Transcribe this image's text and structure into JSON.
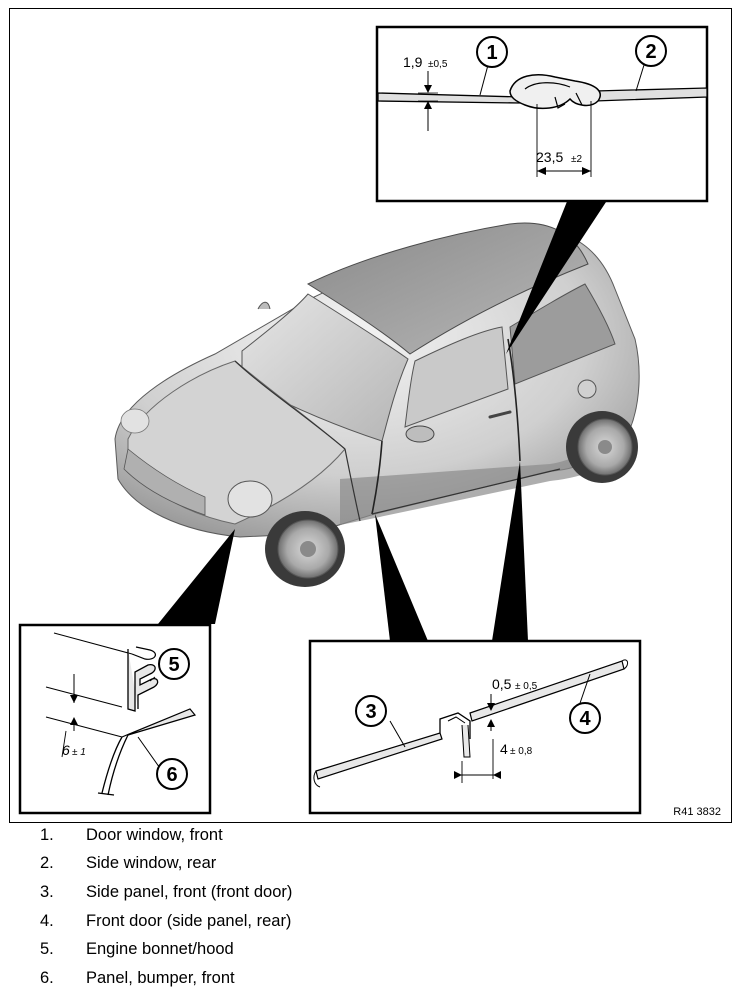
{
  "figure": {
    "ref_code": "R41 3832",
    "callouts": [
      "1",
      "2",
      "3",
      "4",
      "5",
      "6"
    ],
    "dimensions": {
      "d1_main": "1,9",
      "d1_tol": "±0,5",
      "d2_main": "23,5",
      "d2_tol": "±2",
      "d3_main": "0,5",
      "d3_tol": "± 0,5",
      "d4_main": "4",
      "d4_tol": "± 0,8",
      "d5_main": "6",
      "d5_tol": "± 1"
    }
  },
  "legend": [
    {
      "num": "1.",
      "text": "Door window, front"
    },
    {
      "num": "2.",
      "text": "Side window, rear"
    },
    {
      "num": "3.",
      "text": "Side panel, front (front door)"
    },
    {
      "num": "4.",
      "text": "Front door (side panel, rear)"
    },
    {
      "num": "5.",
      "text": "Engine bonnet/hood"
    },
    {
      "num": "6.",
      "text": "Panel, bumper, front"
    }
  ]
}
